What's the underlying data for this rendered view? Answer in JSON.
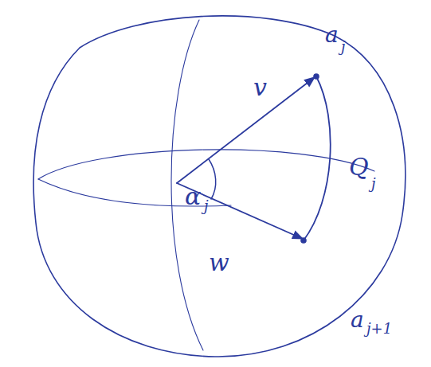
{
  "diagram": {
    "labels": [
      "v",
      "w",
      "α",
      "j",
      "a",
      "j",
      "Q",
      "j",
      "a",
      "j+1"
    ]
  }
}
